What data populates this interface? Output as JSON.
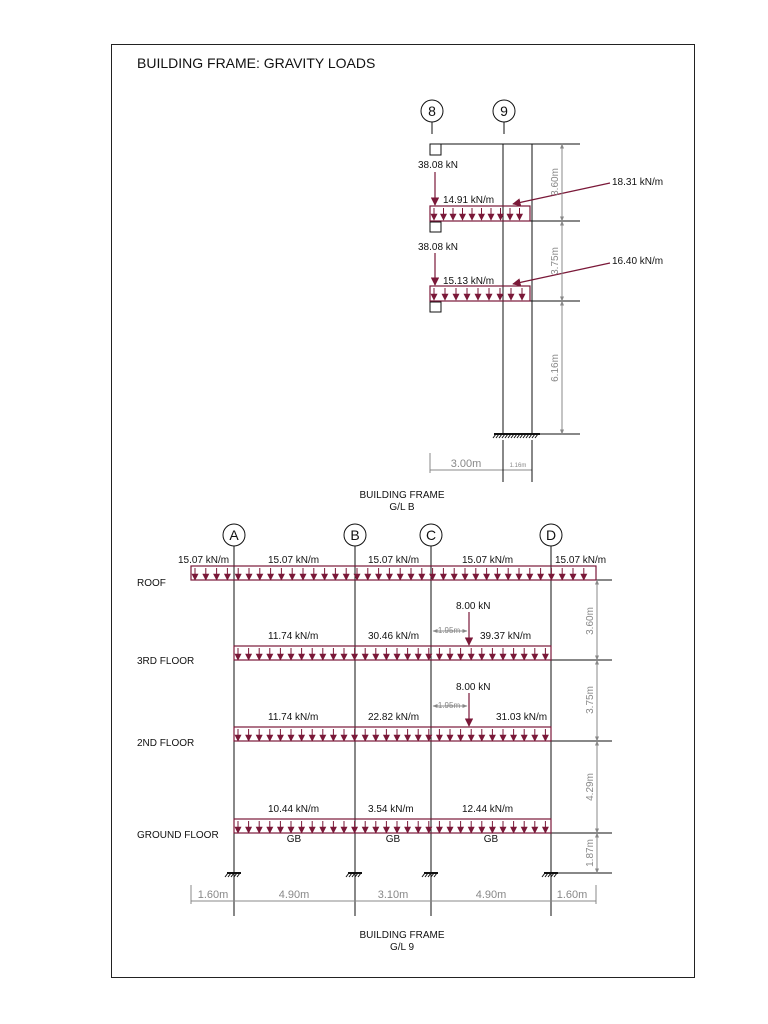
{
  "title": "BUILDING FRAME: GRAVITY LOADS",
  "colors": {
    "load": "#7a1838",
    "frame": "#111111",
    "dim": "#888888"
  },
  "frame_b": {
    "caption_line1": "BUILDING FRAME",
    "caption_line2": "G/L B",
    "grid_labels": [
      "8",
      "9"
    ],
    "point_load_upper": "38.08 kN",
    "point_load_lower": "38.08 kN",
    "udl_upper_left": "14.91 kN/m",
    "udl_upper_right": "18.31 kN/m",
    "udl_lower_left": "15.13 kN/m",
    "udl_lower_right": "16.40 kN/m",
    "height_dims": [
      "3.60m",
      "3.75m",
      "6.16m"
    ],
    "span_dims": [
      "3.00m",
      "1.16m"
    ]
  },
  "frame_9": {
    "caption_line1": "BUILDING FRAME",
    "caption_line2": "G/L 9",
    "grid_labels": [
      "A",
      "B",
      "C",
      "D"
    ],
    "floor_labels": [
      "ROOF",
      "3RD FLOOR",
      "2ND FLOOR",
      "GROUND FLOOR"
    ],
    "roof_loads": [
      "15.07 kN/m",
      "15.07 kN/m",
      "15.07 kN/m",
      "15.07 kN/m",
      "15.07 kN/m"
    ],
    "third_loads": [
      "11.74 kN/m",
      "30.46 kN/m",
      "39.37 kN/m"
    ],
    "second_loads": [
      "11.74 kN/m",
      "22.82 kN/m",
      "31.03 kN/m"
    ],
    "ground_loads": [
      "10.44 kN/m",
      "3.54 kN/m",
      "12.44 kN/m"
    ],
    "point_load_third": "8.00 kN",
    "point_load_second": "8.00 kN",
    "offset_third": "1.95m",
    "offset_second": "1.95m",
    "gb_label": "GB",
    "height_dims": [
      "3.60m",
      "3.75m",
      "4.29m",
      "1.87m"
    ],
    "span_dims": [
      "1.60m",
      "4.90m",
      "3.10m",
      "4.90m",
      "1.60m"
    ]
  }
}
